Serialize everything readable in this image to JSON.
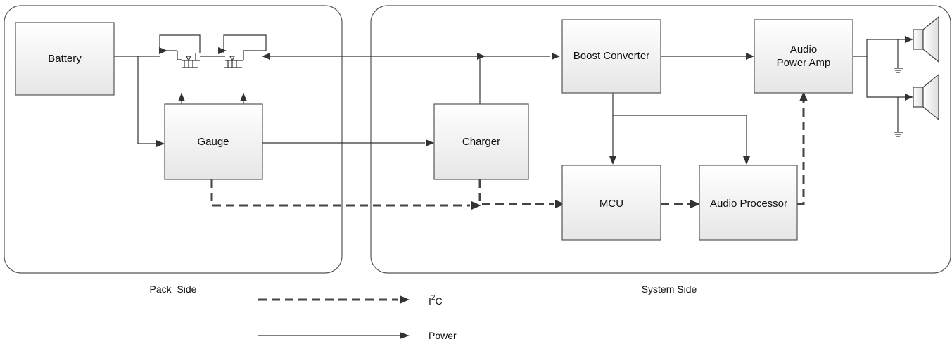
{
  "blocks": {
    "battery": "Battery",
    "gauge": "Gauge",
    "charger": "Charger",
    "boost": "Boost Converter",
    "amp_line1": "Audio",
    "amp_line2": "Power Amp",
    "mcu": "MCU",
    "audio_processor": "Audio Processor"
  },
  "regions": {
    "pack": "Pack  Side",
    "system": "System Side"
  },
  "legend": {
    "i2c_main": "I",
    "i2c_sup": "2",
    "i2c_tail": "C",
    "power": "Power"
  }
}
